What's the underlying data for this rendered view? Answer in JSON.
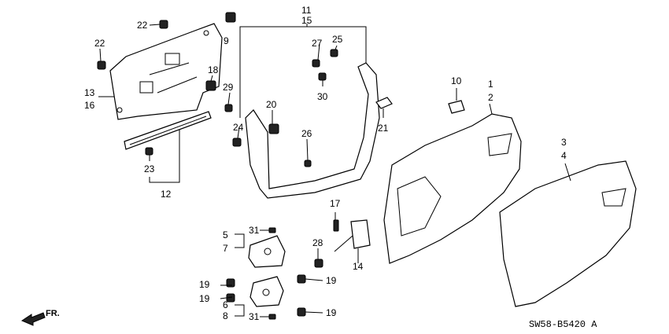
{
  "diagram": {
    "code": "SW58-B5420 A",
    "direction_label": "FR.",
    "labels": {
      "l22a": "22",
      "l22b": "22",
      "l13": "13",
      "l16": "16",
      "l18": "18",
      "l9": "9",
      "l29": "29",
      "l20": "20",
      "l24": "24",
      "l11": "11",
      "l15": "15",
      "l27": "27",
      "l25": "25",
      "l30": "30",
      "l26": "26",
      "l21": "21",
      "l10": "10",
      "l1": "1",
      "l2": "2",
      "l3": "3",
      "l4": "4",
      "l23": "23",
      "l12": "12",
      "l17": "17",
      "l28": "28",
      "l14": "14",
      "l5": "5",
      "l7": "7",
      "l31a": "31",
      "l31b": "31",
      "l19a": "19",
      "l19b": "19",
      "l19c": "19",
      "l19d": "19",
      "l6": "6",
      "l8": "8"
    }
  }
}
